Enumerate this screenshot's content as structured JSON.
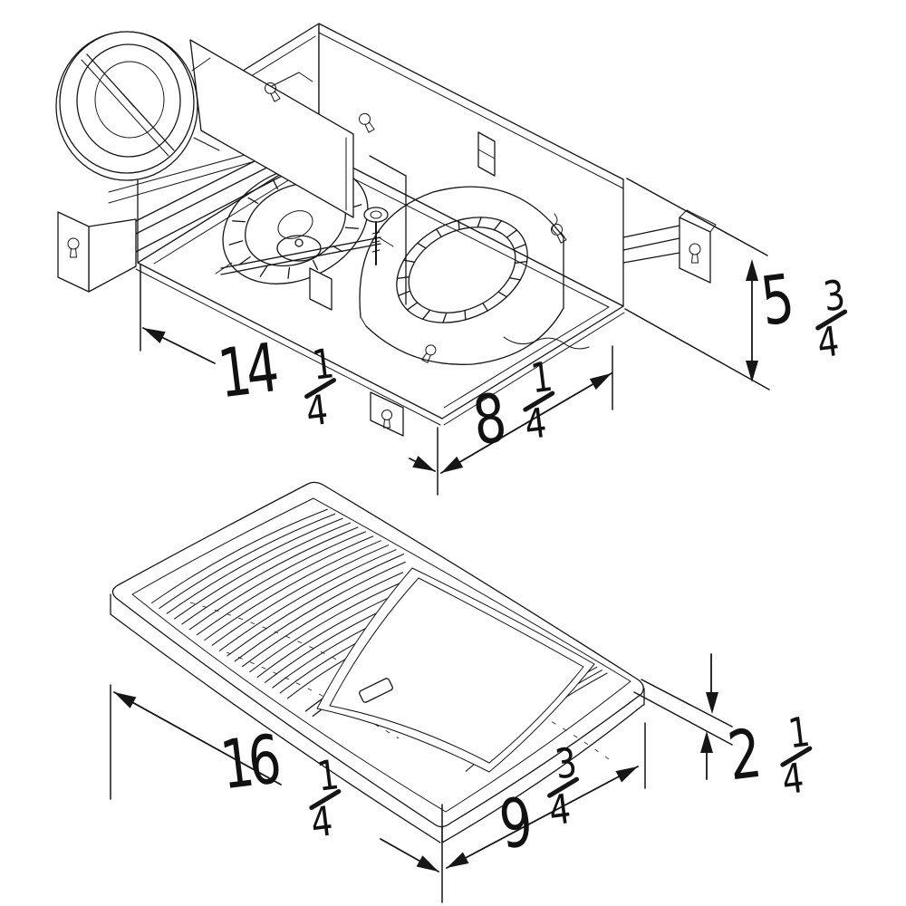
{
  "figure": {
    "background_color": "#ffffff",
    "line_color": "#161616",
    "content": "Isometric dimensional line drawing of a ceiling exhaust fan/heater: housing assembly with duct collar, hanger bars and blower (top) and curved louvered grille cover (bottom)"
  },
  "dimensions": {
    "housing_length": {
      "whole": "14",
      "numerator": "1",
      "denominator": "4",
      "value": "14 1/4"
    },
    "housing_width": {
      "whole": "8",
      "numerator": "1",
      "denominator": "4",
      "value": "8 1/4"
    },
    "housing_height": {
      "whole": "5",
      "numerator": "3",
      "denominator": "4",
      "value": "5 3/4"
    },
    "grille_length": {
      "whole": "16",
      "numerator": "1",
      "denominator": "4",
      "value": "16 1/4"
    },
    "grille_width": {
      "whole": "9",
      "numerator": "3",
      "denominator": "4",
      "value": "9 3/4"
    },
    "grille_height": {
      "whole": "2",
      "numerator": "1",
      "denominator": "4",
      "value": "2 1/4"
    }
  }
}
